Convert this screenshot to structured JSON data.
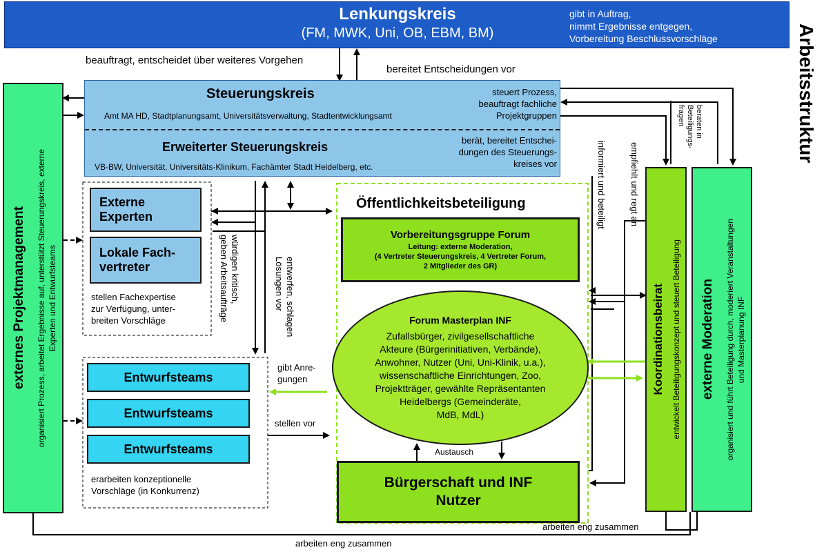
{
  "side_title": "Arbeitsstruktur",
  "lenkungskreis": {
    "title": "Lenkungskreis",
    "members": "(FM, MWK, Uni, OB, EBM, BM)",
    "role_lines": [
      "gibt in Auftrag,",
      "nimmt Ergebnisse entgegen,",
      "Vorbereitung Beschlussvorschläge"
    ]
  },
  "labels": {
    "beauftragt": "beauftragt, entscheidet über weiteres Vorgehen",
    "bereitet": "bereitet Entscheidungen vor",
    "wuerdigen_1": "würdigen kritisch,",
    "wuerdigen_2": "geben Arbeitsaufträge",
    "entwerfen_1": "entwerfen, schlagen",
    "entwerfen_2": "Lösungen vor",
    "informiert": "informiert und beteiligt",
    "empfiehlt": "empfiehlt und regt an",
    "beraten_1": "beraten in",
    "beraten_2": "Beteiligungs-",
    "beraten_3": "fragen",
    "gibt_1": "gibt Anre-",
    "gibt_2": "gungen",
    "stellen_vor": "stellen vor",
    "austausch": "Austausch",
    "arbeiten_inner": "arbeiten eng zusammen",
    "arbeiten_outer": "arbeiten eng zusammen"
  },
  "steuerungskreis": {
    "title": "Steuerungskreis",
    "members": "Amt MA HD, Stadtplanungsamt, Universitätsverwaltung, Stadtentwicklungsamt",
    "role_lines": [
      "steuert Prozess,",
      "beauftragt fachliche",
      "Projektgruppen"
    ]
  },
  "erweiterter": {
    "title": "Erweiterter Steuerungskreis",
    "members": "VB-BW, Universität, Universitäts-Klinikum, Fachämter Stadt Heidelberg, etc.",
    "role_lines": [
      "berät, bereitet Entschei-",
      "dungen des Steuerungs-",
      "kreises vor"
    ]
  },
  "externes_pm": {
    "title": "externes Projektmanagement",
    "role_lines": [
      "organisiert Prozess, arbeitet Ergebnisse auf, unterstützt Steuerungskreis, externe",
      "Experten und Entwurfsteams"
    ]
  },
  "experten": {
    "box1_lines": [
      "Externe",
      "Experten"
    ],
    "box2_lines": [
      "Lokale Fach-",
      "vertreter"
    ],
    "caption_lines": [
      "stellen Fachexpertise",
      "zur Verfügung, unter-",
      "breiten Vorschläge"
    ]
  },
  "entwurfsteams": {
    "boxes": [
      "Entwurfsteams",
      "Entwurfsteams",
      "Entwurfsteams"
    ],
    "caption_lines": [
      "erarbeiten konzeptionelle",
      "Vorschläge (in Konkurrenz)"
    ]
  },
  "oeffentlichkeit": {
    "title": "Öffentlichkeitsbeteiligung",
    "vorbereitung": {
      "title": "Vorbereitungsgruppe Forum",
      "lines": [
        "Leitung: externe Moderation,",
        "(4 Vertreter Steuerungskreis, 4 Vertreter Forum,",
        "2 Mitglieder des GR)"
      ]
    },
    "forum": {
      "title": "Forum Masterplan INF",
      "lines": [
        "Zufallsbürger, zivilgesellschaftliche",
        "Akteure (Bürgerinitiativen, Verbände),",
        "Anwohner, Nutzer (Uni, Uni-Klinik, u.a.),",
        "wissenschaftliche Einrichtungen, Zoo,",
        "Projektträger, gewählte Repräsentanten",
        "Heidelbergs (Gemeinderäte,",
        "MdB, MdL)"
      ]
    },
    "buergerschaft_lines": [
      "Bürgerschaft und INF",
      "Nutzer"
    ]
  },
  "koordinationsbeirat": {
    "title": "Koordinationsbeirat",
    "role": "entwickelt Beteiligungskonzept und steuert Beteiligung"
  },
  "externe_moderation": {
    "title": "externe Moderation",
    "role_lines": [
      "organisiert und führt Beteiligung durch, moderiert Veranstaltungen",
      "und Masterplanung INF"
    ]
  },
  "colors": {
    "lenkung_bg": "#1e5cc8",
    "steuerung_bg": "#8ec6ea",
    "cyan_box": "#34d4f2",
    "green_box": "#8ee01e",
    "forum_ellipse": "#a6e82e",
    "pm_bg": "#3ff08a",
    "arrow_green": "#8ee01e"
  }
}
